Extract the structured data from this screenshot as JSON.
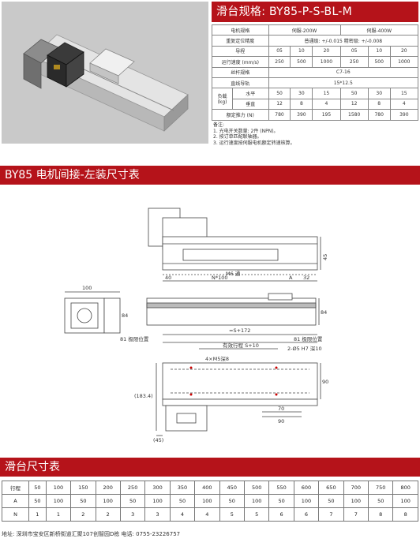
{
  "header": {
    "title": "滑台规格:  BY85-P-S-BL-M"
  },
  "spec": {
    "motor_label": "电机规格",
    "motor_a": "伺服-200W",
    "motor_b": "伺服-400W",
    "repeat_label": "重复定位精度",
    "repeat_a": "普通级: +/-0.015  精密级: +/-0.008",
    "lead_label": "导程",
    "leads": [
      "05",
      "10",
      "20",
      "05",
      "10",
      "20"
    ],
    "speed_label": "运行速度 (mm/s)",
    "speeds": [
      "250",
      "500",
      "1000",
      "250",
      "500",
      "1000"
    ],
    "screw_label": "丝杆规格",
    "screw_value": "C7-16",
    "rail_label": "直线导轨",
    "rail_value": "15*12.5",
    "load_label": "负载\n(kg)",
    "horizontal_label": "水平",
    "horizontal": [
      "50",
      "30",
      "15",
      "50",
      "30",
      "15"
    ],
    "vertical_label": "垂直",
    "vertical": [
      "12",
      "8",
      "4",
      "12",
      "8",
      "4"
    ],
    "thrust_label": "额定推力 (N)",
    "thrust": [
      "780",
      "390",
      "195",
      "1580",
      "780",
      "390"
    ]
  },
  "notes": {
    "title": "备注:",
    "items": [
      "1.  光电开关数量: 2件 (NPN)。",
      "2.  按订单匹配联轴器。",
      "3.  运行速度按伺服电机额定转速核算。"
    ]
  },
  "section1": {
    "title": "BY85 电机间接-左装尺寸表"
  },
  "drawing": {
    "top_view": {
      "dim_45": "45",
      "dim_40": "40",
      "dim_n100": "N*100",
      "dim_a": "A",
      "dim_32": "32",
      "m6": "M6 通"
    },
    "side_view": {
      "dim_100": "100",
      "dim_84a": "84",
      "dim_84b": "84"
    },
    "bottom_view": {
      "overall": "=S+172",
      "limit_left": "81 极限位置",
      "limit_right": "81 极限位置",
      "stroke": "有效行程 S+10",
      "pin": "2-Ø5 H7 深10",
      "m5": "4×M5深8",
      "dim_90": "90",
      "dim_70": "70",
      "dim_90b": "90",
      "dim_183": "(183.4)",
      "dim_45b": "(45)"
    }
  },
  "section2": {
    "title": "滑台尺寸表"
  },
  "dims_table": {
    "rows": [
      {
        "label": "行程",
        "values": [
          "50",
          "100",
          "150",
          "200",
          "250",
          "300",
          "350",
          "400",
          "450",
          "500",
          "550",
          "600",
          "650",
          "700",
          "750",
          "800"
        ]
      },
      {
        "label": "A",
        "values": [
          "50",
          "100",
          "50",
          "100",
          "50",
          "100",
          "50",
          "100",
          "50",
          "100",
          "50",
          "100",
          "50",
          "100",
          "50",
          "100"
        ]
      },
      {
        "label": "N",
        "values": [
          "1",
          "1",
          "2",
          "2",
          "3",
          "3",
          "4",
          "4",
          "5",
          "5",
          "6",
          "6",
          "7",
          "7",
          "8",
          "8"
        ]
      }
    ]
  },
  "footer": {
    "text": "地址: 深圳市宝安区新桥街道汇聚107创智园D栋  电话: 0755-23226757"
  }
}
